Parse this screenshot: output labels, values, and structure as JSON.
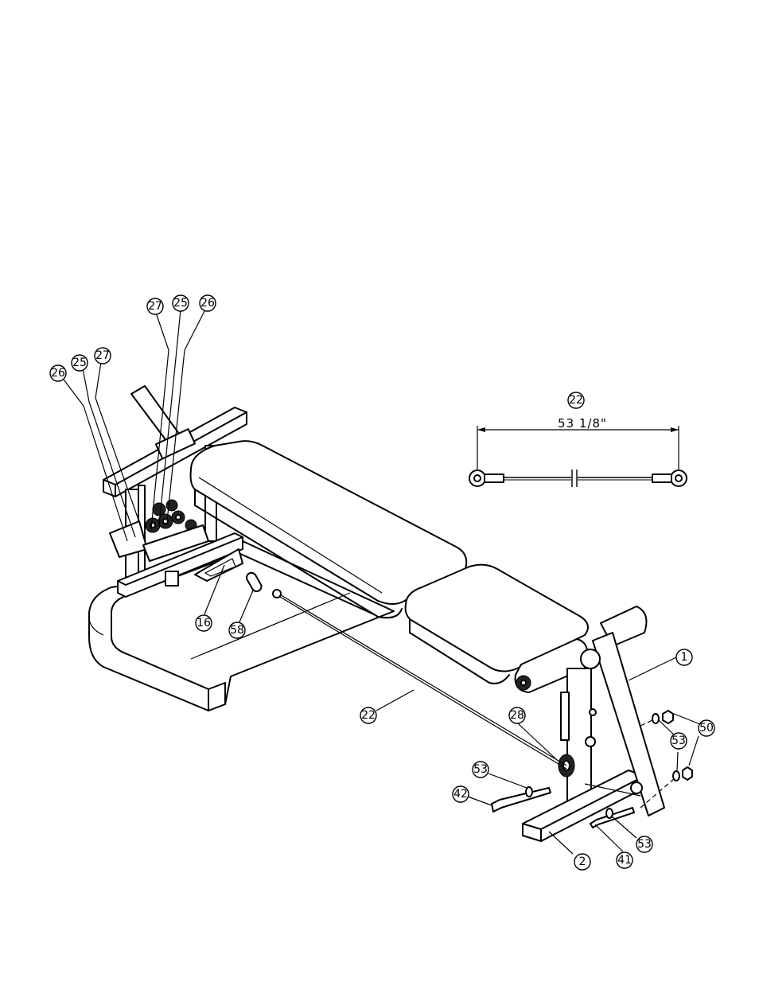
{
  "callouts": {
    "p27a": "27",
    "p25a": "25",
    "p26a": "26",
    "p26b": "26",
    "p25b": "25",
    "p27b": "27",
    "p16": "16",
    "p58": "58",
    "p22_body": "22",
    "p22_detail": "22",
    "p1": "1",
    "p50": "50",
    "p53a": "53",
    "p53b": "53",
    "p53c": "53",
    "p28": "28",
    "p42": "42",
    "p41": "41",
    "p2": "2"
  },
  "cable_detail": {
    "length": "53 1/8\""
  }
}
